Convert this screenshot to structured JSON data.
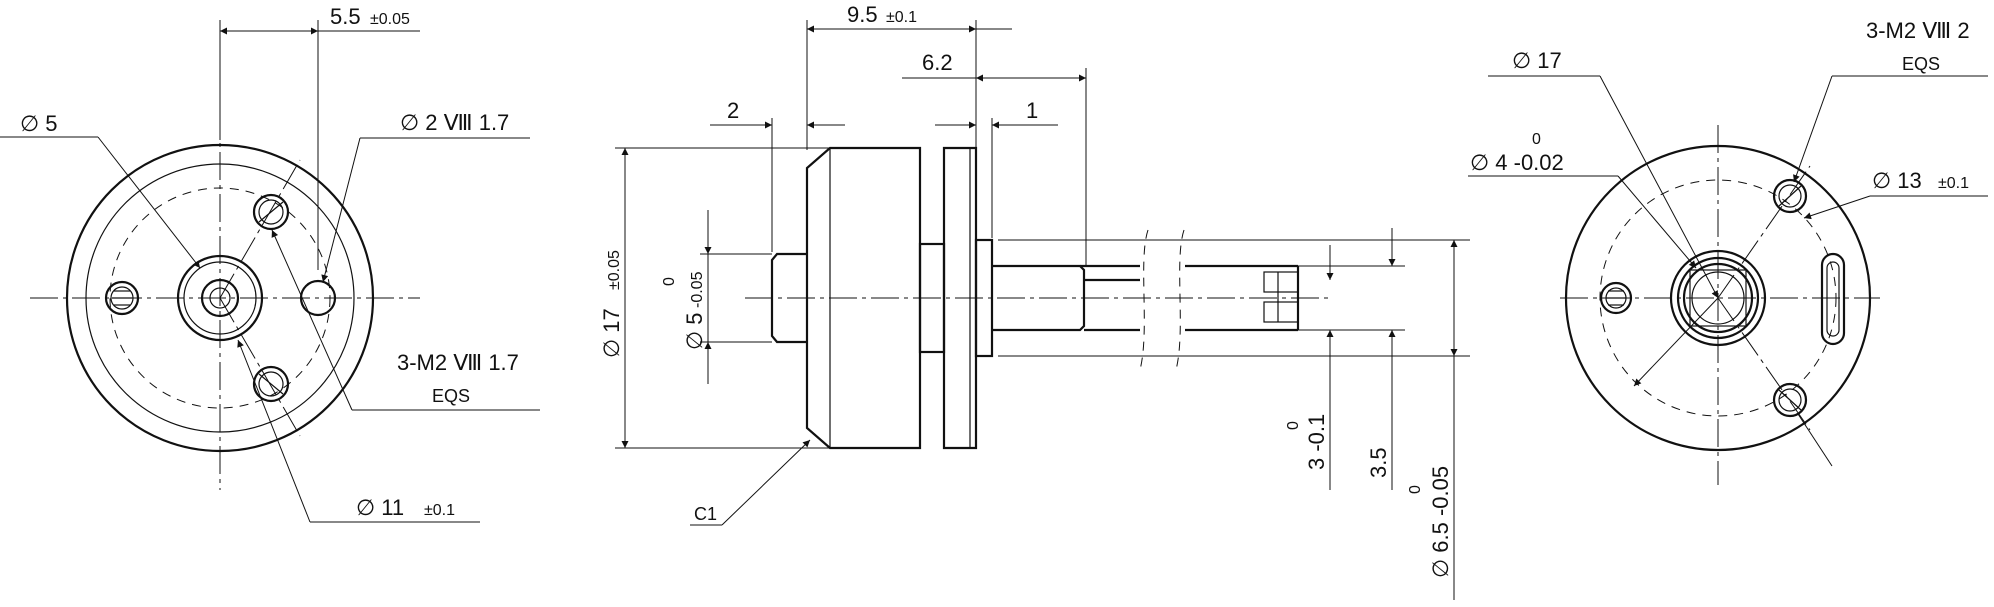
{
  "view_left": {
    "dia_shaft_ring": "∅ 5",
    "offset": "5.5",
    "offset_tol": "±0.05",
    "hole": "∅ 2 Ⅷ 1.7",
    "thread": "3-M2 Ⅷ 1.7",
    "eqs": "EQS",
    "pcd": "∅ 11",
    "pcd_tol": "±0.1"
  },
  "view_side": {
    "overall": "9.5",
    "overall_tol": "±0.1",
    "shaft_start": "6.2",
    "boss": "2",
    "flange": "1",
    "body_dia": "∅ 17",
    "body_dia_tol": "±0.05",
    "boss_dia": "∅ 5",
    "boss_upper": "0",
    "boss_lower": "-0.05",
    "chamfer": "C1",
    "flat_upper": "0",
    "flat_lower": "3 -0.1",
    "flat_ref": "3.5",
    "shaft_upper": "0",
    "shaft_lower": "∅ 6.5 -0.05"
  },
  "view_right": {
    "outer": "∅ 17",
    "shaft_upper": "0",
    "shaft_lower": "∅ 4 -0.02",
    "thread": "3-M2 Ⅷ 2",
    "eqs": "EQS",
    "pcd": "∅ 13",
    "pcd_tol": "±0.1"
  }
}
